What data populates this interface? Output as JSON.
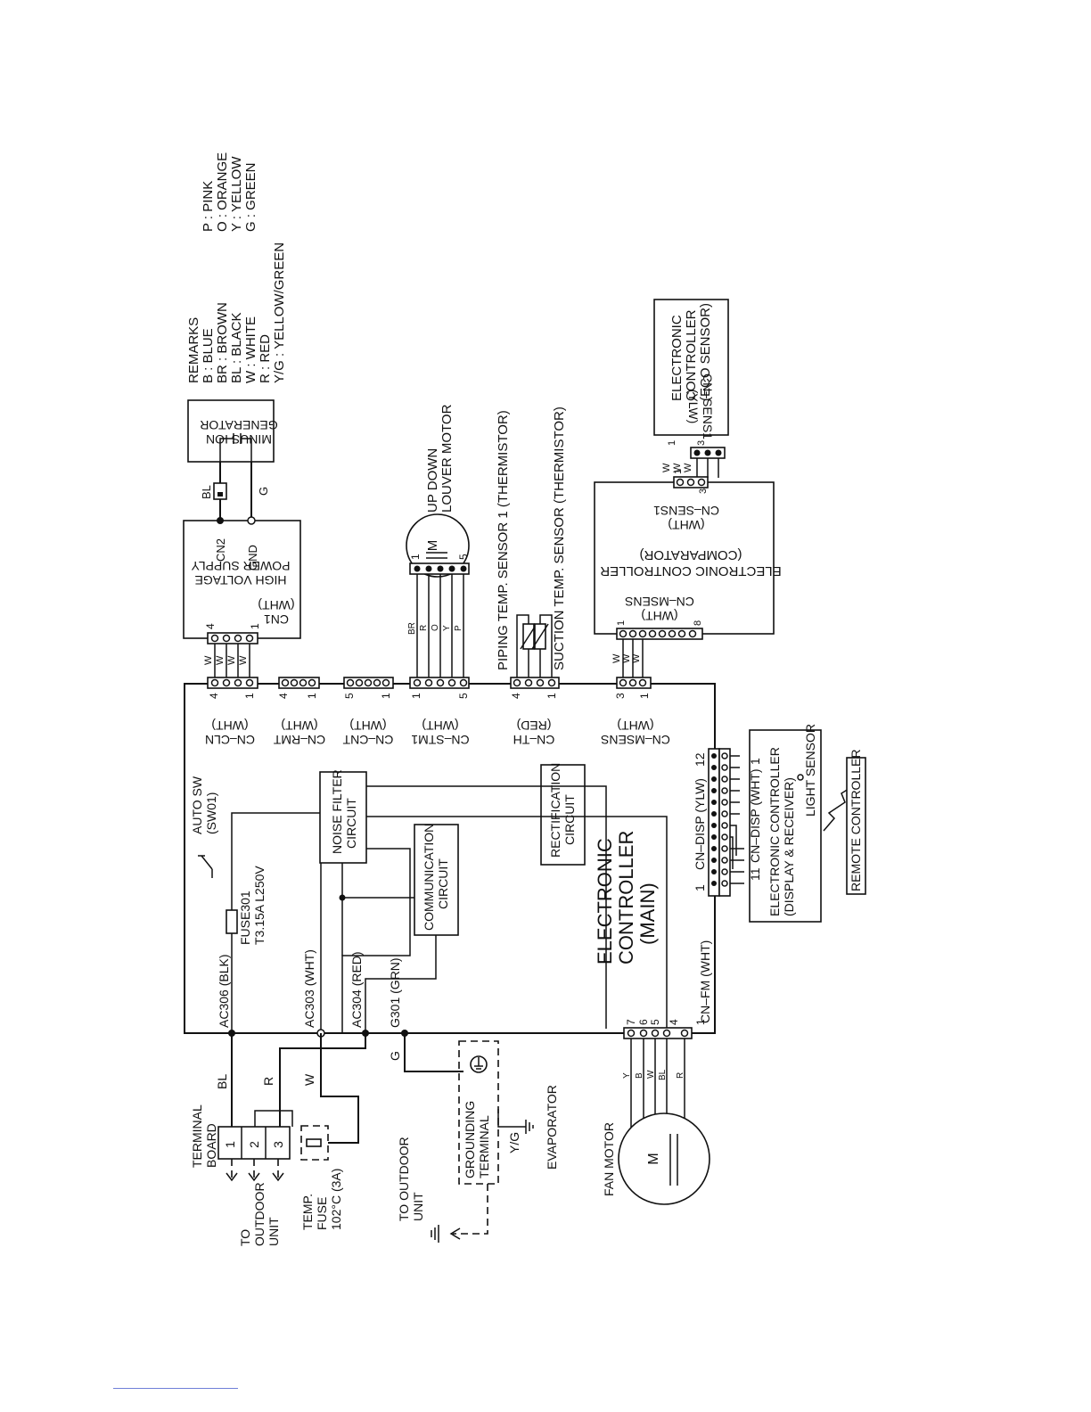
{
  "remarks": {
    "title": "REMARKS",
    "left": [
      "B : BLUE",
      "BR : BROWN",
      "BL : BLACK",
      "W : WHITE",
      "R : RED",
      "Y/G : YELLOW/GREEN"
    ],
    "right": [
      "P : PINK",
      "O : ORANGE",
      "Y : YELLOW",
      "G : GREEN"
    ]
  },
  "components": {
    "minus_ion": [
      "MINUS ION",
      "GENERATOR"
    ],
    "hv_supply": [
      "CN1",
      "(WHT)",
      "HIGH VOLTAGE",
      "POWER SUPPLY"
    ],
    "cn2": "CN2",
    "gnd": "GND",
    "louver": [
      "UP DOWN",
      "LOUVER MOTOR"
    ],
    "piping_sensor": "PIPING TEMP. SENSOR 1 (THERMISTOR)",
    "suction_sensor": "SUCTION TEMP. SENSOR (THERMISTOR)",
    "eco_controller": [
      "ELECTRONIC",
      "CONTROLLER",
      "(ECO SENSOR)"
    ],
    "cn_sens1_ylw": [
      "CN–SENS1",
      "(YLW)"
    ],
    "comparator": [
      "ELECTRONIC CONTROLLER",
      "(COMPARATOR)"
    ],
    "cn_sens1_wht": [
      "CN–SENS1",
      "(WHT)"
    ],
    "cn_msens_wht": [
      "CN–MSENS",
      "(WHT)"
    ],
    "main_controller": [
      "ELECTRONIC",
      "CONTROLLER",
      "(MAIN)"
    ],
    "noise_filter": [
      "NOISE FILTER",
      "CIRCUIT"
    ],
    "rectification": [
      "RECTIFICATION",
      "CIRCUIT"
    ],
    "communication": [
      "COMMUNICATION",
      "CIRCUIT"
    ],
    "display": [
      "ELECTRONIC CONTROLLER",
      "(DISPLAY & RECEIVER)"
    ],
    "cn_disp_wht": "CN–DISP (WHT)",
    "light_sensor": "LIGHT SENSOR",
    "remote": "REMOTE CONTROLLER",
    "auto_sw": [
      "AUTO SW",
      "(SW01)"
    ],
    "fuse301": [
      "FUSE301",
      "T3.15A L250V"
    ],
    "terminal_board": [
      "TERMINAL",
      "BOARD"
    ],
    "to_outdoor": [
      "TO",
      "OUTDOOR",
      "UNIT"
    ],
    "temp_fuse": [
      "TEMP.",
      "FUSE",
      "102°C (3A)"
    ],
    "to_outdoor_2": [
      "TO OUTDOOR",
      "UNIT"
    ],
    "grounding": [
      "GROUNDING",
      "TERMINAL"
    ],
    "evaporator": "EVAPORATOR",
    "fan_motor": "FAN MOTOR",
    "motor_symbol": "M"
  },
  "connectors": {
    "cn_cln": [
      "CN–CLN",
      "(WHT)"
    ],
    "cn_rmt": [
      "CN–RMT",
      "(WHT)"
    ],
    "cn_cnt": [
      "CN–CNT",
      "(WHT)"
    ],
    "cn_stm1": [
      "CN–STM1",
      "(WHT)"
    ],
    "cn_th": [
      "CN–TH",
      "(RED)"
    ],
    "cn_msens": [
      "CN–MSENS",
      "(WHT)"
    ],
    "cn_disp_ylw": "CN–DISP (YLW)",
    "cn_fm": "CN–FM (WHT)",
    "ac306": "AC306 (BLK)",
    "ac303": "AC303 (WHT)",
    "ac304": "AC304 (RED)",
    "g301": "G301 (GRN)"
  },
  "wire_labels": {
    "bl": "BL",
    "g": "G",
    "w": "W",
    "r": "R",
    "yg": "Y/G",
    "louver_wires": [
      "BR",
      "R",
      "O",
      "Y",
      "P"
    ],
    "fan_wires": [
      "Y",
      "B",
      "W",
      "BL",
      "R"
    ]
  },
  "pins": {
    "one": "1",
    "two": "2",
    "three": "3",
    "four": "4",
    "five": "5",
    "six": "6",
    "seven": "7",
    "eight": "8",
    "eleven": "11",
    "twelve": "12"
  }
}
